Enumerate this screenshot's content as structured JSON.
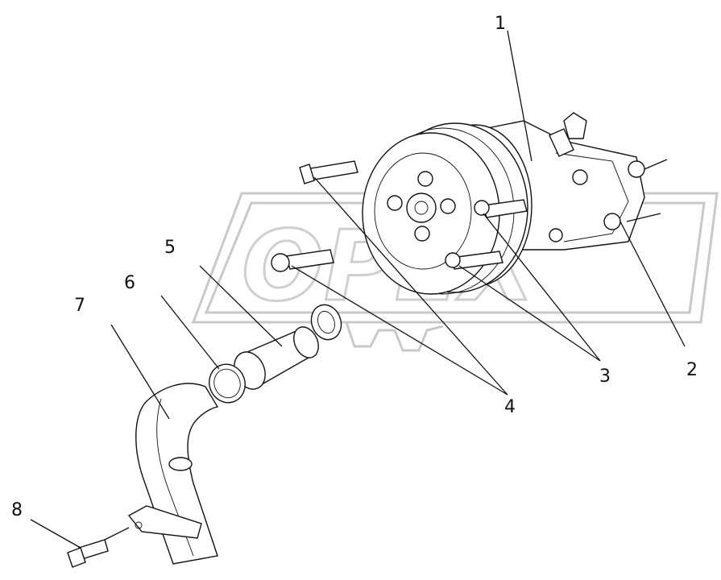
{
  "watermark": {
    "text": "OPEX"
  },
  "callouts": [
    {
      "id": "1",
      "label": "1"
    },
    {
      "id": "2",
      "label": "2"
    },
    {
      "id": "3",
      "label": "3"
    },
    {
      "id": "4",
      "label": "4"
    },
    {
      "id": "5",
      "label": "5"
    },
    {
      "id": "6",
      "label": "6"
    },
    {
      "id": "7",
      "label": "7"
    },
    {
      "id": "8",
      "label": "8"
    }
  ]
}
